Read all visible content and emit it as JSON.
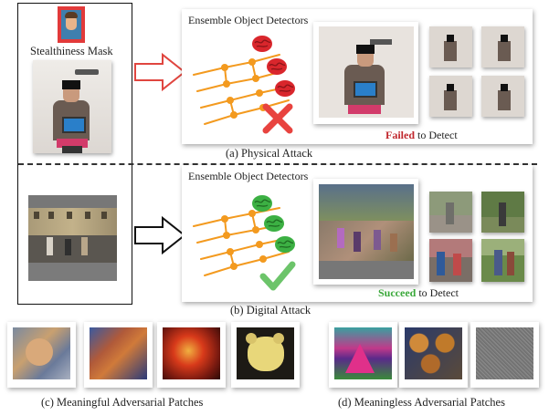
{
  "physical": {
    "mask_label": "Stealthiness Mask",
    "panel_title": "Ensemble Object Detectors",
    "caption": "(a) Physical Attack",
    "result_word": "Failed",
    "result_rest": "to Detect",
    "result_color": "#c0272d"
  },
  "digital": {
    "panel_title": "Ensemble Object Detectors",
    "caption": "(b) Digital Attack",
    "result_word": "Succeed",
    "result_rest": "to Detect",
    "result_color": "#3aa83a"
  },
  "patches": {
    "meaningful_caption": "(c) Meaningful Adversarial Patches",
    "meaningless_caption": "(d) Meaningless Adversarial Patches"
  },
  "colors": {
    "brain_red": "#d9262c",
    "brain_green": "#3cb043",
    "neuron_orange": "#f39a1f",
    "cross_red": "#e8433f",
    "check_green": "#6cc46a",
    "arrow_red": "#e0453f"
  }
}
